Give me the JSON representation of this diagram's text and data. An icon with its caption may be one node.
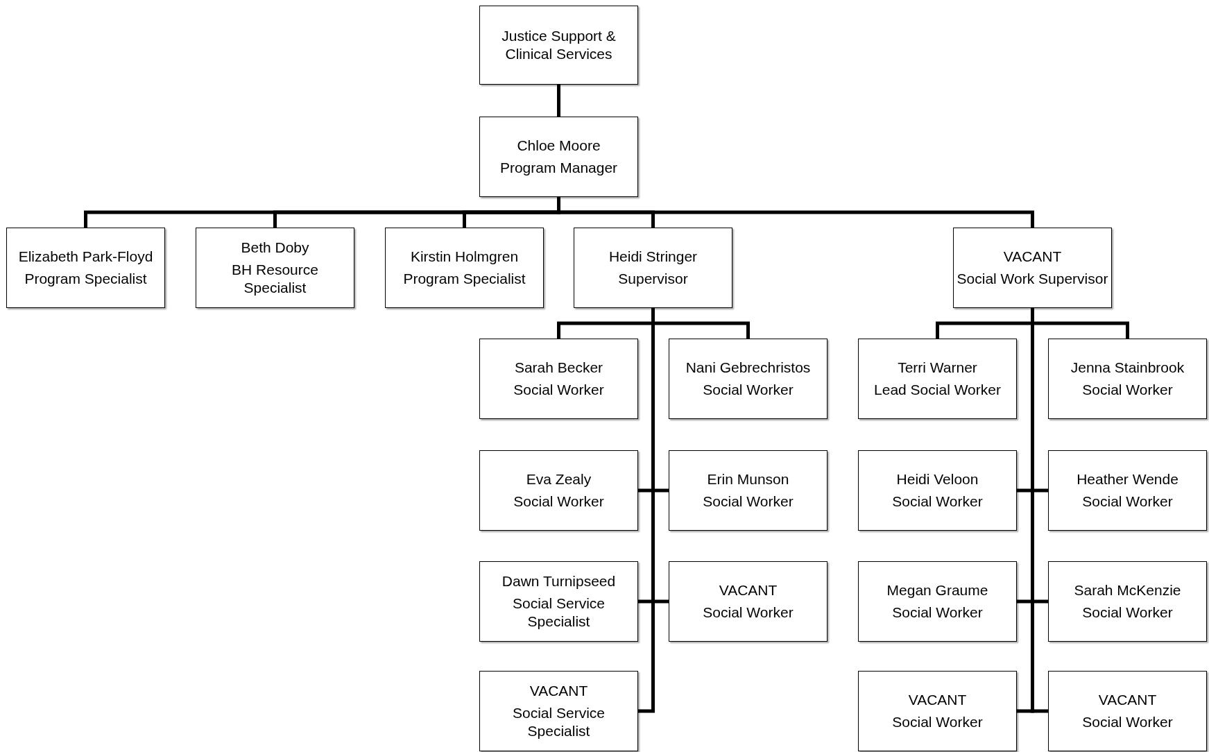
{
  "diagram": {
    "nodes": [
      {
        "text": [
          "Justice Support & Clinical Services"
        ]
      },
      {
        "text": [
          "Chloe Moore",
          "Program Manager"
        ]
      },
      {
        "text": [
          "Elizabeth Park-Floyd",
          "Program Specialist"
        ]
      },
      {
        "text": [
          "Beth Doby",
          "BH Resource Specialist"
        ]
      },
      {
        "text": [
          "Kirstin Holmgren",
          "Program Specialist"
        ]
      },
      {
        "text": [
          "Heidi Stringer",
          "Supervisor"
        ]
      },
      {
        "text": [
          "VACANT",
          "Social Work Supervisor"
        ]
      },
      {
        "text": [
          "Sarah Becker",
          "Social Worker"
        ]
      },
      {
        "text": [
          "Nani Gebrechristos",
          "Social Worker"
        ]
      },
      {
        "text": [
          "Eva Zealy",
          "Social Worker"
        ]
      },
      {
        "text": [
          "Erin Munson",
          "Social Worker"
        ]
      },
      {
        "text": [
          "Dawn Turnipseed",
          "Social Service Specialist"
        ]
      },
      {
        "text": [
          "VACANT",
          "Social Worker"
        ]
      },
      {
        "text": [
          "VACANT",
          "Social Service Specialist"
        ]
      },
      {
        "text": [
          "Terri Warner",
          "Lead Social Worker"
        ]
      },
      {
        "text": [
          "Jenna Stainbrook",
          "Social Worker"
        ]
      },
      {
        "text": [
          "Heidi Veloon",
          "Social Worker"
        ]
      },
      {
        "text": [
          "Heather Wende",
          "Social Worker"
        ]
      },
      {
        "text": [
          "Megan Graume",
          "Social Worker"
        ]
      },
      {
        "text": [
          "Sarah McKenzie",
          "Social Worker"
        ]
      },
      {
        "text": [
          "VACANT",
          "Social Worker"
        ]
      },
      {
        "text": [
          "VACANT",
          "Social Worker"
        ]
      }
    ],
    "edges": [
      {
        "from": 0,
        "to": 1,
        "arrow": "none"
      },
      {
        "from": 1,
        "to": 2,
        "arrow": "none"
      },
      {
        "from": 1,
        "to": 3,
        "arrow": "none"
      },
      {
        "from": 1,
        "to": 4,
        "arrow": "none"
      },
      {
        "from": 1,
        "to": 5,
        "arrow": "none"
      },
      {
        "from": 1,
        "to": 6,
        "arrow": "none"
      },
      {
        "from": 5,
        "to": 7,
        "arrow": "none"
      },
      {
        "from": 5,
        "to": 8,
        "arrow": "none"
      },
      {
        "from": 5,
        "to": 9,
        "arrow": "none"
      },
      {
        "from": 5,
        "to": 10,
        "arrow": "none"
      },
      {
        "from": 5,
        "to": 11,
        "arrow": "none"
      },
      {
        "from": 5,
        "to": 12,
        "arrow": "none"
      },
      {
        "from": 5,
        "to": 13,
        "arrow": "none"
      },
      {
        "from": 6,
        "to": 14,
        "arrow": "none"
      },
      {
        "from": 6,
        "to": 15,
        "arrow": "none"
      },
      {
        "from": 6,
        "to": 16,
        "arrow": "none"
      },
      {
        "from": 6,
        "to": 17,
        "arrow": "none"
      },
      {
        "from": 6,
        "to": 18,
        "arrow": "none"
      },
      {
        "from": 6,
        "to": 19,
        "arrow": "none"
      },
      {
        "from": 6,
        "to": 20,
        "arrow": "none"
      },
      {
        "from": 6,
        "to": 21,
        "arrow": "none"
      }
    ]
  }
}
